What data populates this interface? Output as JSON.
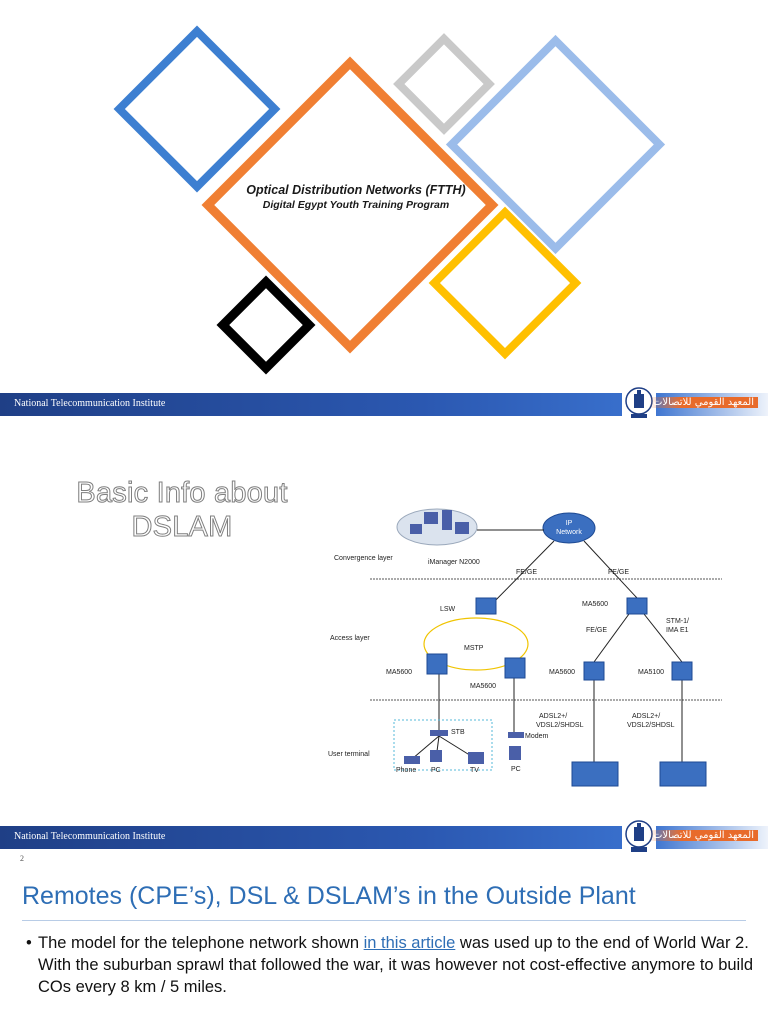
{
  "slide1": {
    "title": "Optical Distribution Networks (FTTH)",
    "subtitle": "Digital Egypt Youth Training Program"
  },
  "footer": {
    "institute_en": "National Telecommunication Institute",
    "institute_ar": "المعهد القومي للاتصالات"
  },
  "slide2": {
    "title": "Basic Info about DSLAM",
    "diagram": {
      "labels": {
        "convergence_layer": "Convergence layer",
        "access_layer": "Access layer",
        "user_terminal": "User terminal",
        "imanager": "iManager N2000",
        "ip_network_line1": "IP",
        "ip_network_line2": "Network",
        "fege_left": "FE/GE",
        "fege_right": "FE/GE",
        "fege_mid": "FE/GE",
        "lsw": "LSW",
        "mstp": "MSTP",
        "ma5600_top": "MA5600",
        "ma5600_left": "MA5600",
        "ma5600_ring": "MA5600",
        "ma5600_mid": "MA5600",
        "ma5100": "MA5100",
        "stm_line1": "STM-1/",
        "stm_line2": "IMA E1",
        "adsl_left_line1": "ADSL2+/",
        "adsl_left_line2": "VDSL2/SHDSL",
        "adsl_right_line1": "ADSL2+/",
        "adsl_right_line2": "VDSL2/SHDSL",
        "stb": "STB",
        "modem": "Modem",
        "phone": "Phone",
        "pc": "PC",
        "tv": "TV",
        "pc2": "PC"
      }
    }
  },
  "slide3": {
    "page_number": "2",
    "title": "Remotes (CPE’s), DSL & DSLAM’s in the Outside Plant",
    "bullet": "•",
    "body_before": "The model for the telephone network shown ",
    "link_text": "in this article",
    "body_after": " was used up to the end of World War 2. With the suburban sprawl that followed the war, it was however not cost-effective anymore to build COs every 8 km / 5 miles."
  },
  "colors": {
    "blue_diamond": "#3d7fd1",
    "orange_diamond": "#f07f33",
    "grey_diamond": "#c9c9c9",
    "light_blue_diamond": "#9bbcea",
    "yellow_diamond": "#ffc000",
    "black_diamond": "#000000",
    "footer_blue": "#2b58b1",
    "footer_orange": "#e86b2b",
    "title_blue": "#2e6eb5"
  }
}
